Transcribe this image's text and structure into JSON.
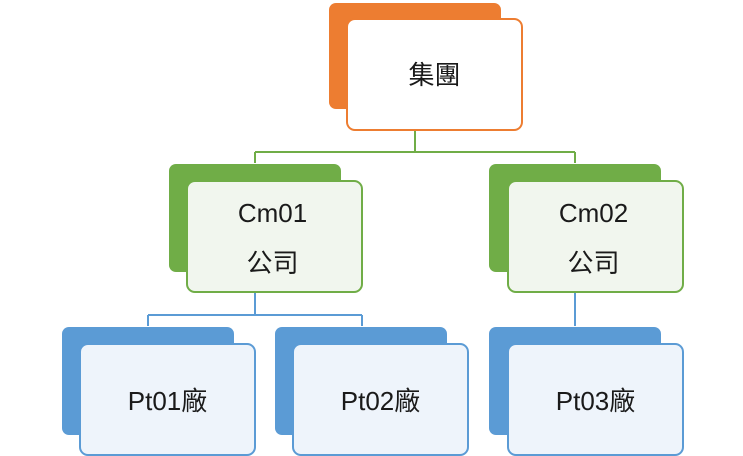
{
  "diagram": {
    "type": "org-chart",
    "colors": {
      "level1_accent": "#ED7D31",
      "level1_border": "#ED7D31",
      "level1_fill": "#FFFFFF",
      "level2_accent": "#70AD47",
      "level2_border": "#70AD47",
      "level2_fill": "#F1F6EE",
      "level3_accent": "#5B9BD5",
      "level3_border": "#5B9BD5",
      "level3_fill": "#EEF4FB"
    },
    "root": {
      "label": "集團"
    },
    "companies": [
      {
        "line1": "Cm01",
        "line2": "公司",
        "plants": [
          {
            "label": "Pt01廠"
          },
          {
            "label": "Pt02廠"
          }
        ]
      },
      {
        "line1": "Cm02",
        "line2": "公司",
        "plants": [
          {
            "label": "Pt03廠"
          }
        ]
      }
    ]
  }
}
